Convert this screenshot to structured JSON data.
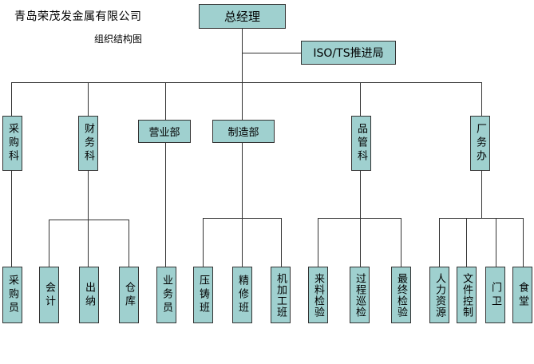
{
  "header": {
    "company": "青岛荣茂发金属有限公司",
    "chart_name": "组织结构图"
  },
  "root": {
    "label": "总经理"
  },
  "staff": {
    "label": "ISO/TS推进局"
  },
  "departments": [
    {
      "label": "采购科"
    },
    {
      "label": "财务科"
    },
    {
      "label": "营业部"
    },
    {
      "label": "制造部"
    },
    {
      "label": "品管科"
    },
    {
      "label": "厂务办"
    }
  ],
  "units": [
    {
      "label": "采购员"
    },
    {
      "label": "会计"
    },
    {
      "label": "出纳"
    },
    {
      "label": "仓库"
    },
    {
      "label": "业务员"
    },
    {
      "label": "压铸班"
    },
    {
      "label": "精修班"
    },
    {
      "label": "机加工班"
    },
    {
      "label": "来料检验"
    },
    {
      "label": "过程巡检"
    },
    {
      "label": "最终检验"
    },
    {
      "label": "人力资源"
    },
    {
      "label": "文件控制"
    },
    {
      "label": "门卫"
    },
    {
      "label": "食堂"
    }
  ]
}
